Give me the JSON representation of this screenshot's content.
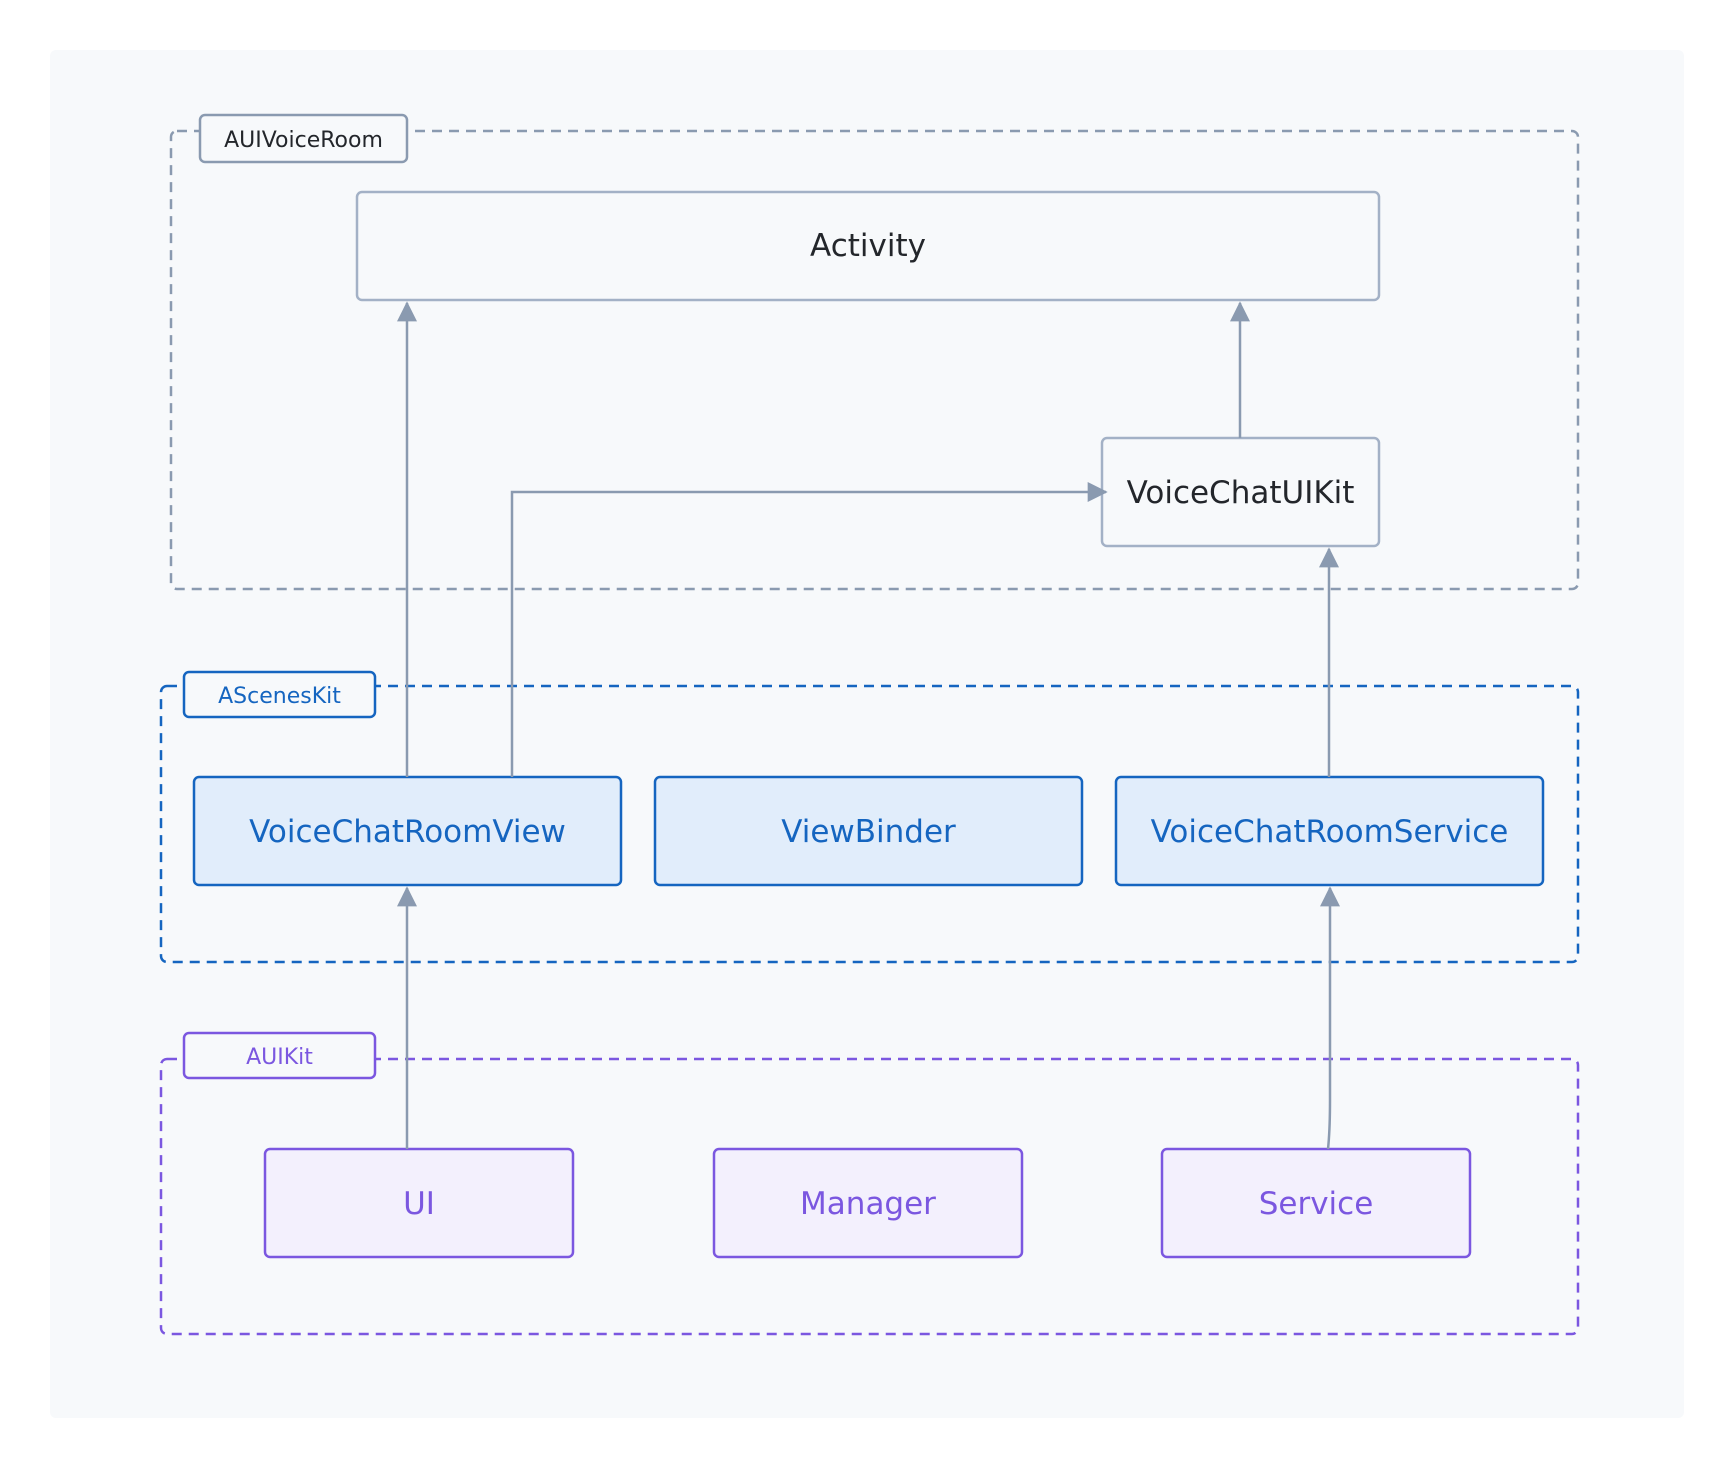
{
  "groups": {
    "auivoiceroom": {
      "label": "AUIVoiceRoom",
      "color": "#8a9ab0"
    },
    "ascenes": {
      "label": "AScenesKit",
      "color": "#1565c0"
    },
    "auikit": {
      "label": "AUIKit",
      "color": "#7b57e0"
    }
  },
  "nodes": {
    "activity": {
      "label": "Activity"
    },
    "voicechatuikit": {
      "label": "VoiceChatUIKit"
    },
    "voicechatroomview": {
      "label": "VoiceChatRoomView"
    },
    "viewbinder": {
      "label": "ViewBinder"
    },
    "voicechatroomservice": {
      "label": "VoiceChatRoomService"
    },
    "ui": {
      "label": "UI"
    },
    "manager": {
      "label": "Manager"
    },
    "service": {
      "label": "Service"
    }
  },
  "edges": [
    {
      "from": "voicechatroomview",
      "to": "activity"
    },
    {
      "from": "voicechatroomview",
      "to": "voicechatuikit"
    },
    {
      "from": "voicechatuikit",
      "to": "activity"
    },
    {
      "from": "voicechatroomservice",
      "to": "voicechatuikit"
    },
    {
      "from": "ui",
      "to": "voicechatroomview"
    },
    {
      "from": "service",
      "to": "voicechatroomservice"
    }
  ],
  "colors": {
    "canvas_bg": "#f7f9fb",
    "node_border_gray": "#a3b1c6",
    "node_text_dark": "#23262b",
    "ascenes_fill": "#e1edfb",
    "auikit_fill": "#f3f0fd",
    "arrow": "#8a9ab0"
  }
}
